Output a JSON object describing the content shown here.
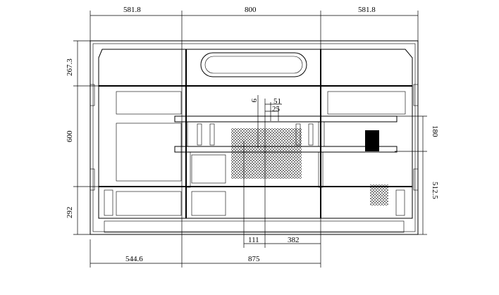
{
  "dimensions": {
    "top_left_width": "581.8",
    "top_center_width": "800",
    "top_right_width": "581.8",
    "left_top_height": "267.3",
    "left_middle_height": "600",
    "left_bottom_height": "292",
    "bracket_offset": "9",
    "bracket_spacing_51": "51",
    "bracket_spacing_25": "25",
    "right_bracket_height": "180",
    "right_bottom_height": "512.5",
    "bottom_offset_111": "111",
    "bottom_offset_382": "382",
    "bottom_left_width": "544.6",
    "bottom_center_width": "875"
  }
}
